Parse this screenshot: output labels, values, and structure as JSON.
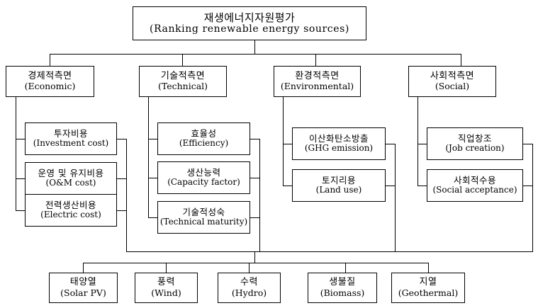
{
  "diagram": {
    "title_ko": "재생에너지자원평가",
    "title_en": "(Ranking  renewable  energy  sources)",
    "root": {
      "ko": "재생에너지자원평가",
      "en": "(Ranking  renewable  energy  sources)"
    },
    "pillars": [
      {
        "ko": "경제적측면",
        "en": "(Economic)"
      },
      {
        "ko": "기술적측면",
        "en": "(Technical)"
      },
      {
        "ko": "환경적측면",
        "en": "(Environmental)"
      },
      {
        "ko": "사회적측면",
        "en": "(Social)"
      }
    ],
    "criteria": {
      "economic": [
        {
          "ko": "투자비용",
          "en": "(Investment cost)"
        },
        {
          "ko": "운영 및 유지비용",
          "en": "(O&M cost)"
        },
        {
          "ko": "전력생산비용",
          "en": "(Electric cost)"
        }
      ],
      "technical": [
        {
          "ko": "효율성",
          "en": "(Efficiency)"
        },
        {
          "ko": "생산능력",
          "en": "(Capacity factor)"
        },
        {
          "ko": "기술적성숙",
          "en": "(Technical maturity)"
        }
      ],
      "environmental": [
        {
          "ko": "이산화탄소방출",
          "en": "(GHG emission)"
        },
        {
          "ko": "토지리용",
          "en": "(Land use)"
        }
      ],
      "social": [
        {
          "ko": "직업창조",
          "en": "(Job creation)"
        },
        {
          "ko": "사회적수용",
          "en": "(Social acceptance)"
        }
      ]
    },
    "sources": [
      {
        "ko": "태양열",
        "en": "(Solar PV)"
      },
      {
        "ko": "풍력",
        "en": "(Wind)"
      },
      {
        "ko": "수력",
        "en": "(Hydro)"
      },
      {
        "ko": "생불질",
        "en": "(Biomass)"
      },
      {
        "ko": "지열",
        "en": "(Geothermal)"
      }
    ],
    "colors": {
      "line": "#000000",
      "box_border": "#000000",
      "background": "#ffffff",
      "text": "#000000"
    }
  }
}
